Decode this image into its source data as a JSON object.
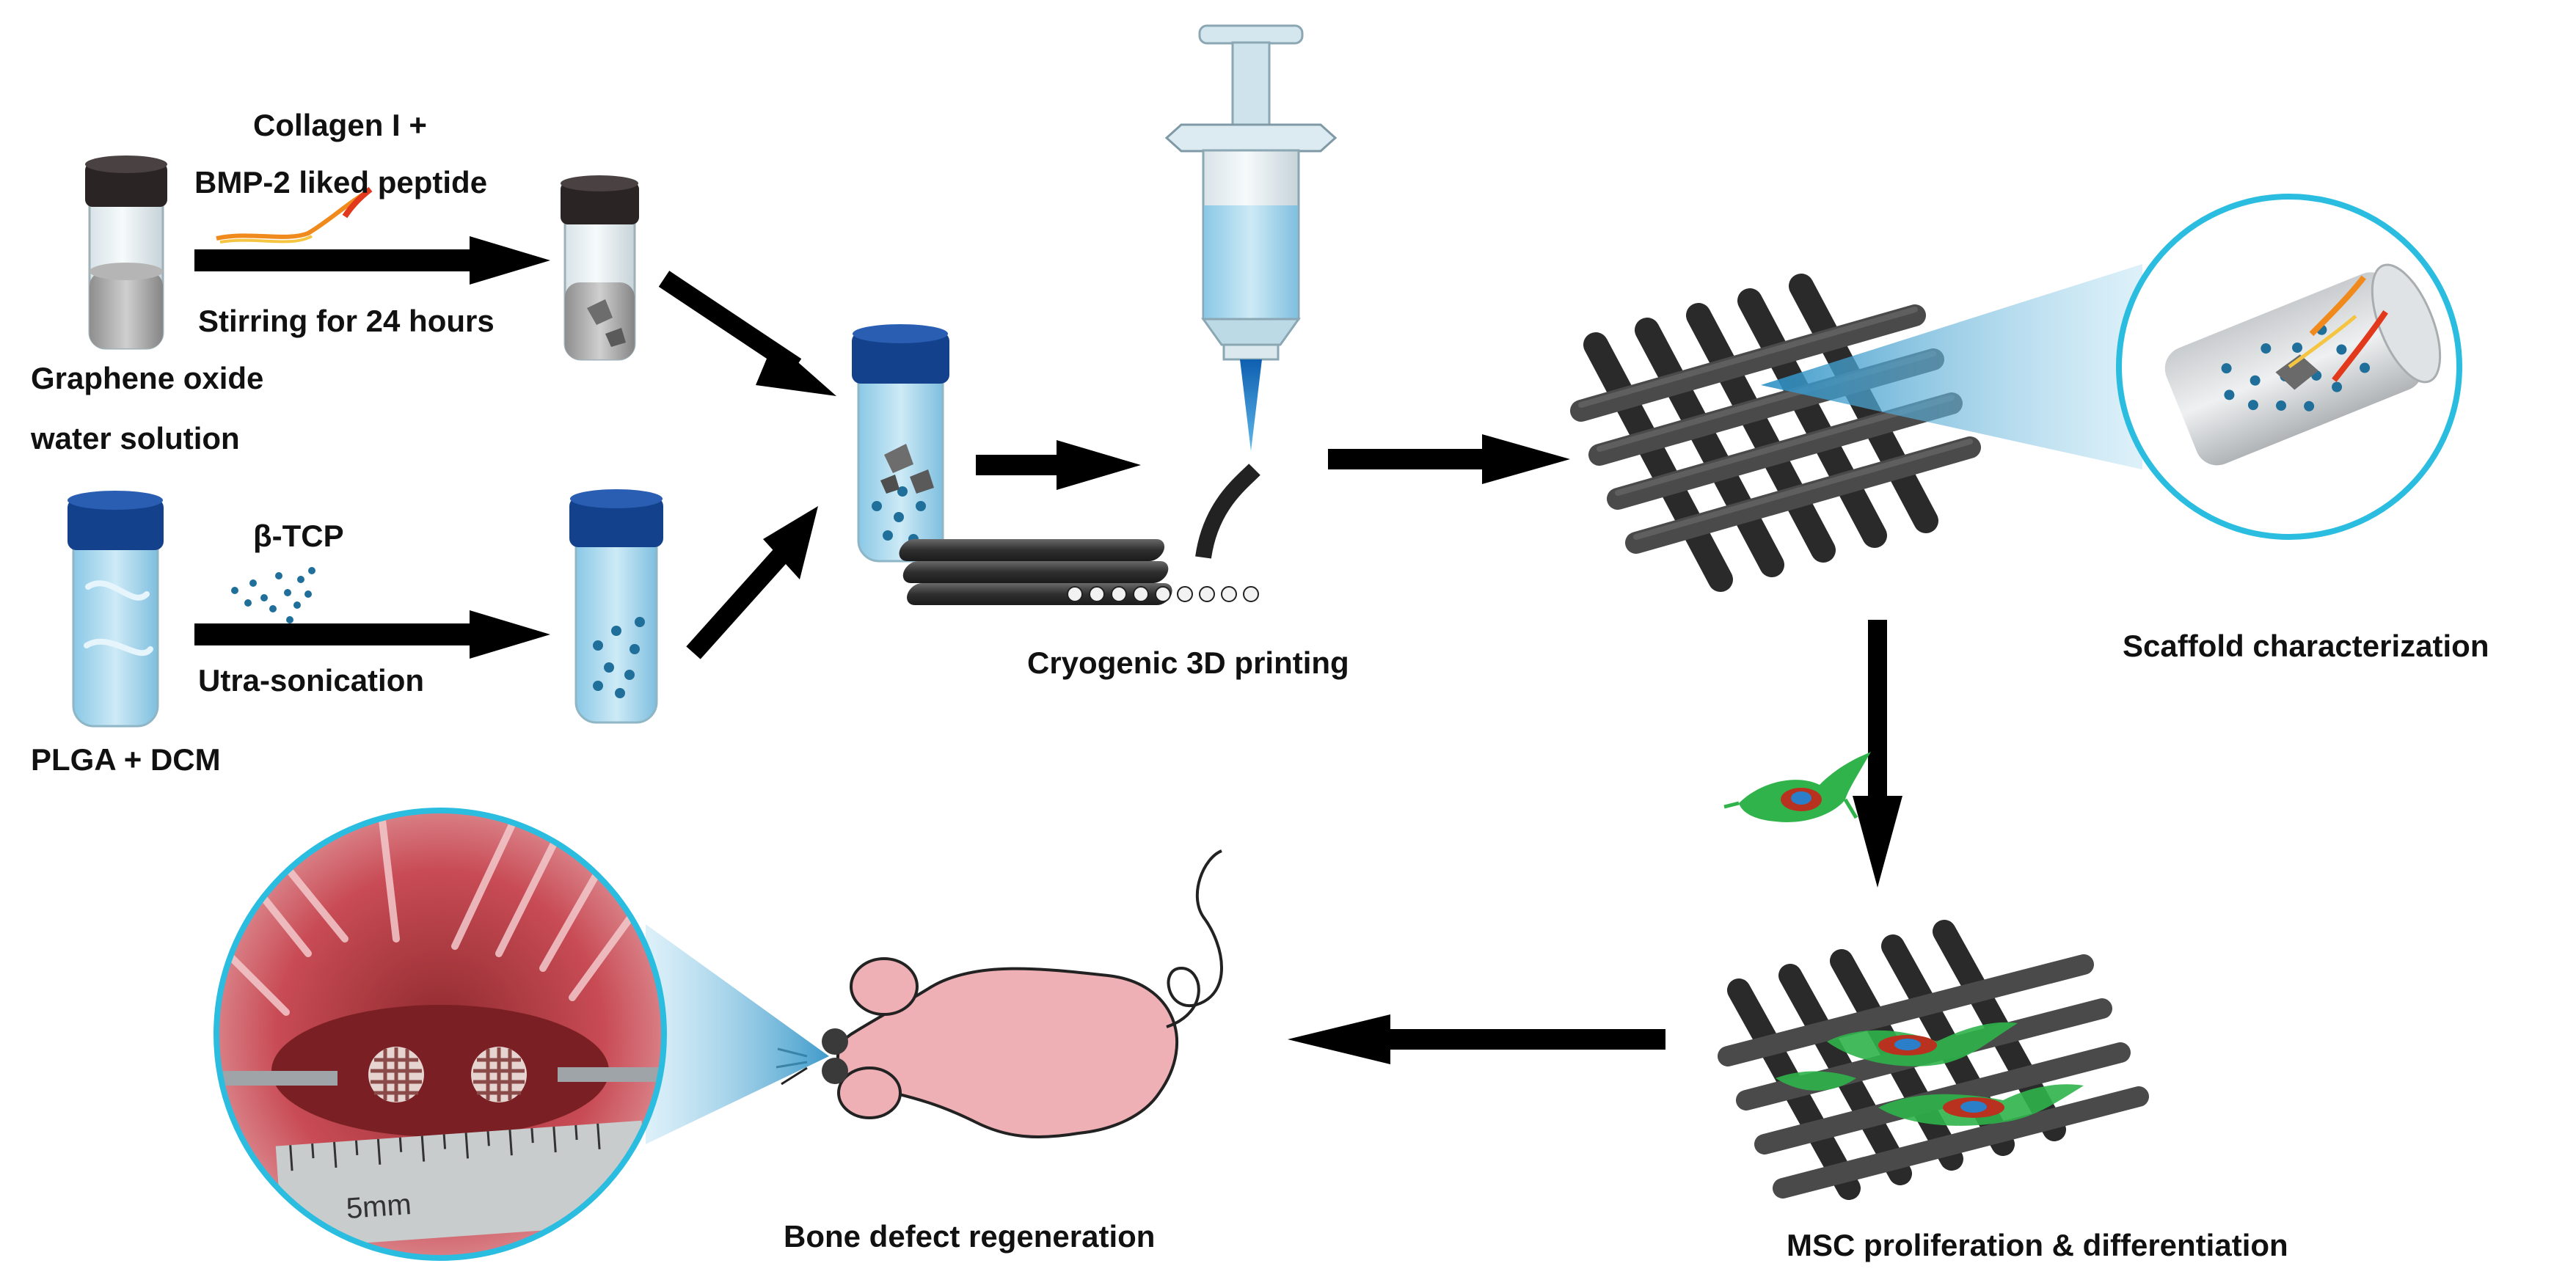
{
  "labels": {
    "collagen": "Collagen I +",
    "bmp2": "BMP-2 liked peptide",
    "stirring": "Stirring for 24 hours",
    "graphene1": "Graphene oxide",
    "graphene2": "water solution",
    "btcp": "β-TCP",
    "ultra": "Utra-sonication",
    "plga": "PLGA + DCM",
    "cryogenic": "Cryogenic 3D printing",
    "scaffold_char": "Scaffold characterization",
    "msc": "MSC proliferation & differentiation",
    "bone": "Bone defect regeneration",
    "ruler": "5mm"
  },
  "colors": {
    "cap_dark": "#2a2424",
    "cap_blue": "#14418c",
    "liquid_blue": "#a9d8ee",
    "arrow": "#000000",
    "accent_cyan": "#2bbde0",
    "particle": "#1f6f9a",
    "fiber": "#3c3c3c",
    "cell_green": "#2fb34a",
    "cell_red": "#b8321f",
    "tissue_red": "#d24a52",
    "mouse_pink": "#efb0b5"
  },
  "icons": {
    "syringe": "syringe-icon",
    "vial": "vial-icon",
    "scaffold": "scaffold-icon",
    "mouse": "mouse-icon",
    "cell": "cell-icon"
  }
}
